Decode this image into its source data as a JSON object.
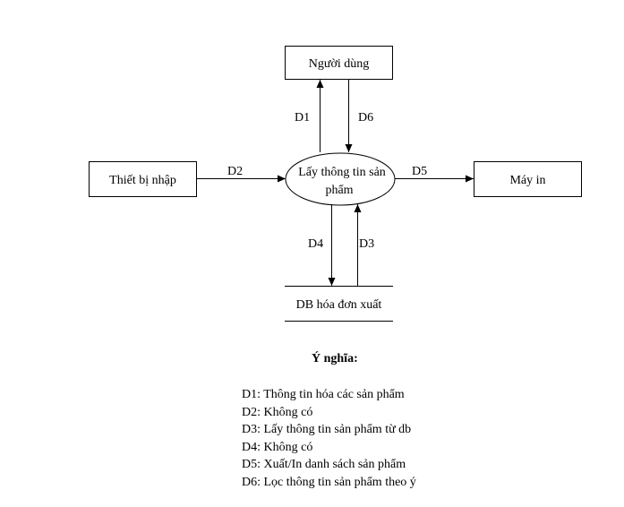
{
  "diagram": {
    "nodes": {
      "nguoi_dung": "Người dùng",
      "thiet_bi_nhap": "Thiết bị nhập",
      "process": [
        "Lấy thông tin sản",
        "phẩm"
      ],
      "may_in": "Máy in",
      "db": "DB hóa đơn xuất"
    },
    "flows": {
      "d1": "D1",
      "d2": "D2",
      "d3": "D3",
      "d4": "D4",
      "d5": "D5",
      "d6": "D6"
    }
  },
  "legend": {
    "title": "Ý nghĩa:",
    "items": [
      "D1: Thông tin hóa các sản phẩm",
      "D2: Không có",
      "D3: Lấy thông tin sản phẩm từ db",
      "D4: Không có",
      "D5: Xuất/In danh sách sản phẩm",
      "D6: Lọc thông tin sản phẩm theo ý"
    ]
  }
}
